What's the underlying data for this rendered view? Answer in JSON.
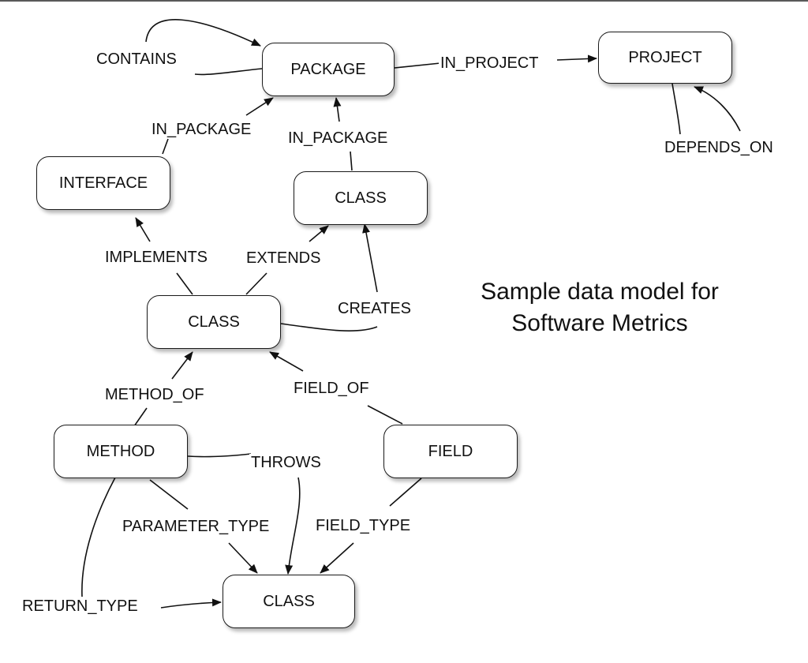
{
  "title": {
    "line1": "Sample data model for",
    "line2": "Software Metrics"
  },
  "nodes": {
    "package": "PACKAGE",
    "project": "PROJECT",
    "interface": "INTERFACE",
    "class_top": "CLASS",
    "class_mid": "CLASS",
    "method": "METHOD",
    "field": "FIELD",
    "class_bottom": "CLASS"
  },
  "edges": {
    "contains": "CONTAINS",
    "in_project": "IN_PROJECT",
    "depends_on": "DEPENDS_ON",
    "in_package_left": "IN_PACKAGE",
    "in_package_right": "IN_PACKAGE",
    "implements": "IMPLEMENTS",
    "extends": "EXTENDS",
    "creates": "CREATES",
    "method_of": "METHOD_OF",
    "field_of": "FIELD_OF",
    "throws": "THROWS",
    "parameter_type": "PARAMETER_TYPE",
    "field_type": "FIELD_TYPE",
    "return_type": "RETURN_TYPE"
  }
}
